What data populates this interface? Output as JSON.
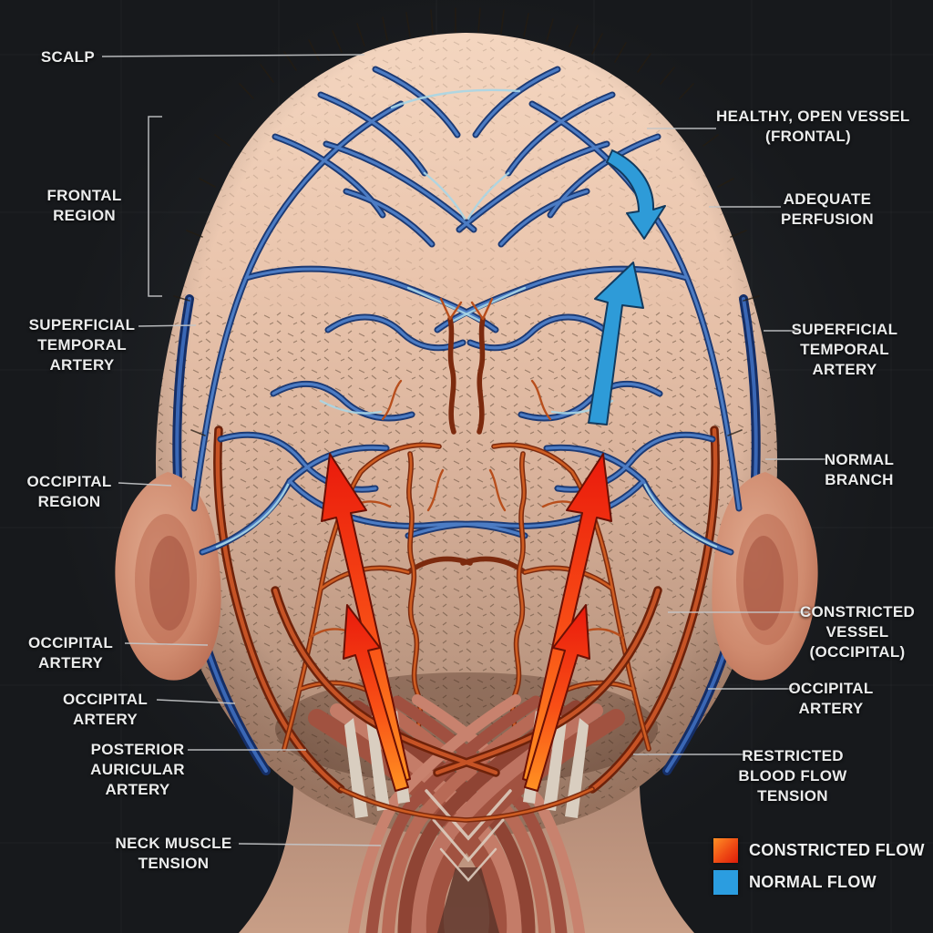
{
  "figure": {
    "kind": "anatomical-illustration",
    "view": "posterior head and neck with scalp vasculature"
  },
  "labels_left": [
    {
      "lines": [
        "SCALP"
      ]
    },
    {
      "lines": [
        "FRONTAL",
        "REGION"
      ]
    },
    {
      "lines": [
        "SUPERFICIAL",
        "TEMPORAL",
        "ARTERY"
      ]
    },
    {
      "lines": [
        "OCCIPITAL",
        "REGION"
      ]
    },
    {
      "lines": [
        "OCCIPITAL",
        "ARTERY"
      ]
    },
    {
      "lines": [
        "OCCIPITAL",
        "ARTERY"
      ]
    },
    {
      "lines": [
        "POSTERIOR",
        "AURICULAR",
        "ARTERY"
      ]
    },
    {
      "lines": [
        "NECK MUSCLE",
        "TENSION"
      ]
    }
  ],
  "labels_right": [
    {
      "lines": [
        "HEALTHY, OPEN VESSEL",
        "(FRONTAL)"
      ]
    },
    {
      "lines": [
        "ADEQUATE",
        "PERFUSION"
      ]
    },
    {
      "lines": [
        "SUPERFICIAL",
        "TEMPORAL",
        "ARTERY"
      ]
    },
    {
      "lines": [
        "NORMAL",
        "BRANCH"
      ]
    },
    {
      "lines": [
        "CONSTRICTED",
        "VESSEL",
        "(OCCIPITAL)"
      ]
    },
    {
      "lines": [
        "OCCIPITAL",
        "ARTERY"
      ]
    },
    {
      "lines": [
        "RESTRICTED",
        "BLOOD FLOW",
        "TENSION"
      ]
    }
  ],
  "legend": {
    "items": [
      {
        "label": "CONSTRICTED FLOW",
        "color": "#e8391d",
        "gradient": [
          "#ff9025",
          "#dd1d0a"
        ],
        "icon": "constricted-flow-swatch"
      },
      {
        "label": "NORMAL FLOW",
        "color": "#2b9de0",
        "icon": "normal-flow-swatch"
      }
    ]
  },
  "colors": {
    "background": "#17191c",
    "label_text": "#ebecec",
    "leader_line": "#c4c6c8",
    "normal_flow_blue": "#2b9de0",
    "constricted_flow_red": "#e8391d",
    "vein_blue": "#3a67b5",
    "artery_orange": "#c2581e",
    "skin_light": "#eac5ad",
    "skin_dark": "#a7846f",
    "muscle_red": "#a85643"
  }
}
